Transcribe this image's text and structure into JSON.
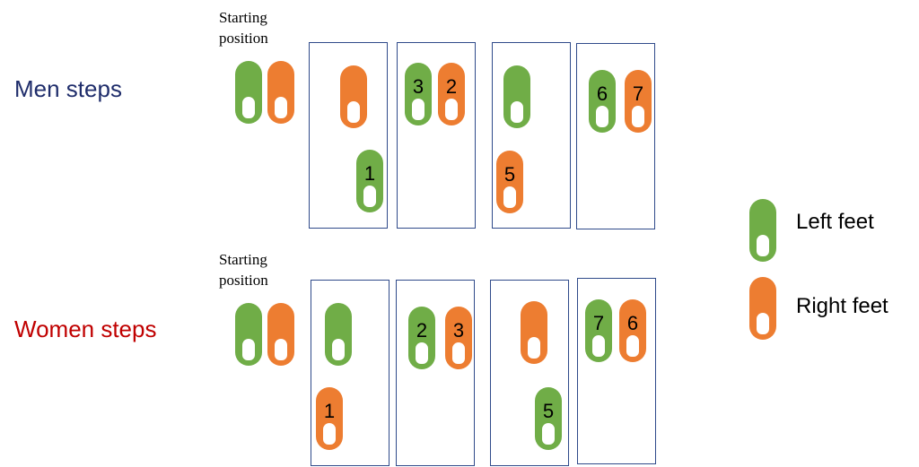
{
  "colors": {
    "left": "#70ad47",
    "right": "#ed7d31",
    "men_label": "#1f2d6b",
    "women_label": "#c00000",
    "panel_border": "#2f4a8a"
  },
  "men": {
    "label": "Men steps",
    "start_label": "Starting position",
    "steps": [
      {
        "left": "",
        "right": ""
      },
      {
        "right": "",
        "left": "1"
      },
      {
        "left": "3",
        "right": "2"
      },
      {
        "left": "",
        "right": "5"
      },
      {
        "left": "6",
        "right": "7"
      }
    ]
  },
  "women": {
    "label": "Women steps",
    "start_label": "Starting position",
    "steps": [
      {
        "left": "",
        "right": ""
      },
      {
        "left": "",
        "right": "1"
      },
      {
        "left": "2",
        "right": "3"
      },
      {
        "right": "",
        "left": "5"
      },
      {
        "left": "7",
        "right": "6"
      }
    ]
  },
  "legend": {
    "left_label": "Left feet",
    "right_label": "Right feet"
  }
}
